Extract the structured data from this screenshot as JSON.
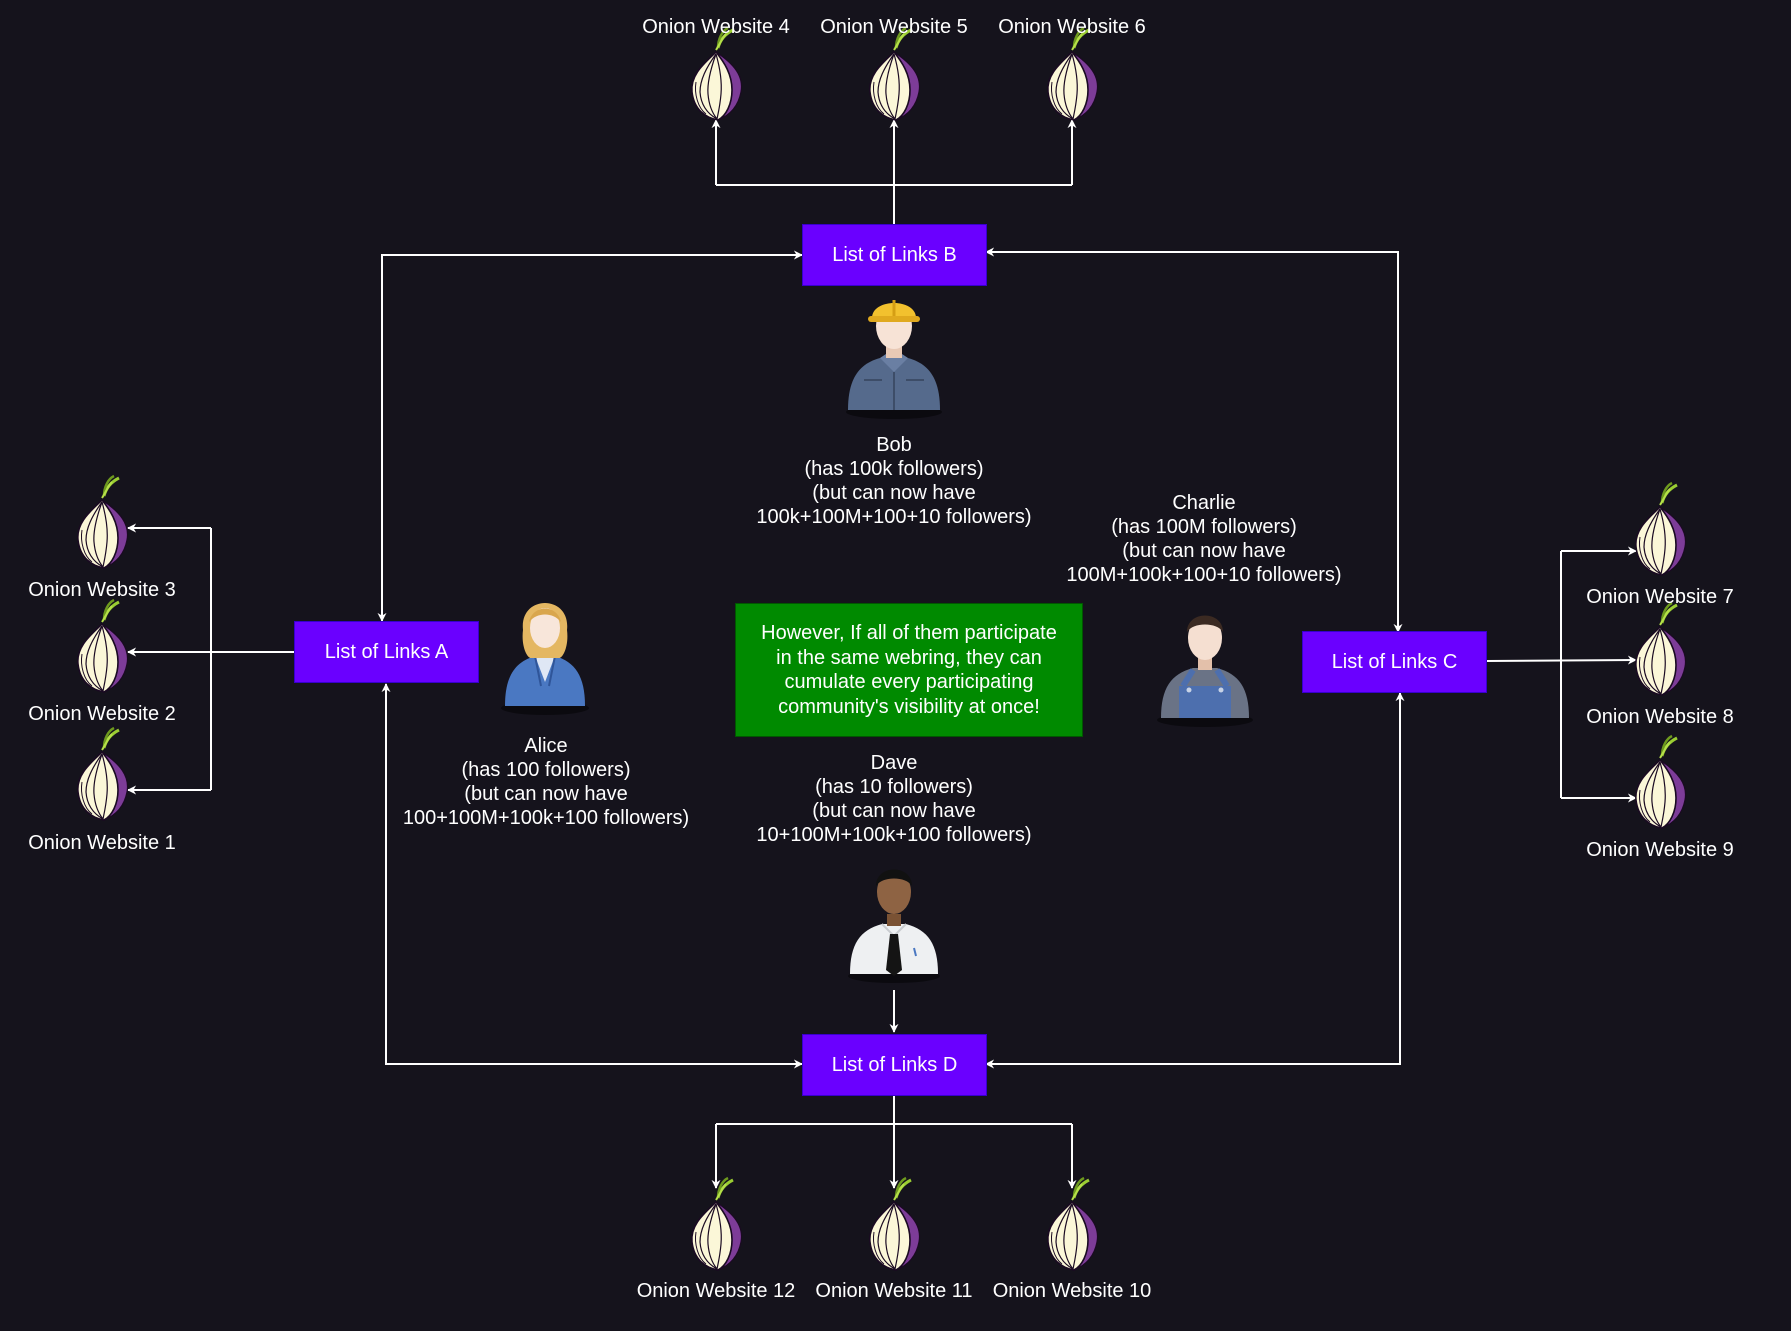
{
  "colors": {
    "background": "#15131c",
    "link_box": "#6a00ff",
    "note_box": "#008a00",
    "connector": "#ffffff",
    "onion_purple": "#7d3c98",
    "onion_cream": "#fbf7d8",
    "onion_sprout": "#9acd32"
  },
  "link_lists": {
    "a": "List of Links A",
    "b": "List of Links B",
    "c": "List of Links C",
    "d": "List of Links D"
  },
  "onion_sites": {
    "s1": "Onion Website 1",
    "s2": "Onion Website 2",
    "s3": "Onion Website 3",
    "s4": "Onion Website 4",
    "s5": "Onion Website 5",
    "s6": "Onion Website 6",
    "s7": "Onion Website 7",
    "s8": "Onion Website 8",
    "s9": "Onion Website 9",
    "s10": "Onion Website 10",
    "s11": "Onion Website 11",
    "s12": "Onion Website 12"
  },
  "people": {
    "bob": [
      "Bob",
      "(has 100k followers)",
      "(but can now have",
      "100k+100M+100+10 followers)"
    ],
    "charlie": [
      "Charlie",
      "(has 100M followers)",
      "(but can now have",
      "100M+100k+100+10 followers)"
    ],
    "alice": [
      "Alice",
      "(has 100 followers)",
      "(but can now have",
      "100+100M+100k+100 followers)"
    ],
    "dave": [
      "Dave",
      "(has 10 followers)",
      "(but can now have",
      "10+100M+100k+100 followers)"
    ]
  },
  "note": [
    "However, If all of them participate",
    "in the same webring, they can",
    "cumulate every participating",
    "community's visibility at once!"
  ],
  "icons": {
    "onion": "tor-onion-icon",
    "bob": "worker-hardhat-avatar-icon",
    "charlie": "worker-overalls-avatar-icon",
    "alice": "businesswoman-avatar-icon",
    "dave": "businessman-tie-avatar-icon"
  }
}
